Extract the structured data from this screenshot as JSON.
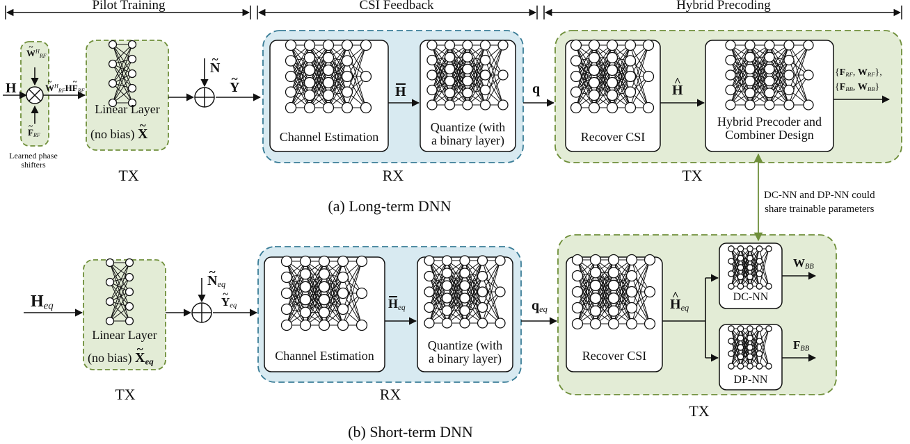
{
  "phases": {
    "pilot": "Pilot Training",
    "csi": "CSI Feedback",
    "hybrid": "Hybrid Precoding"
  },
  "top": {
    "H": "H",
    "W_sym": "W",
    "W_sup": "H",
    "W_sub": "RF",
    "F_sym": "F",
    "F_sub": "RF",
    "mixed_W": "W",
    "mixed_W_sup": "H",
    "mixed_W_sub": "RF",
    "mixed_H": "H",
    "mixed_F": "F",
    "mixed_F_sub": "RF",
    "phase_note_1": "Learned phase",
    "phase_note_2": "shifters",
    "linear_1": "Linear Layer",
    "linear_2": "(no bias)",
    "X": "X",
    "N": "N",
    "Y": "Y",
    "chan_est": "Channel Estimation",
    "Hbar": "H",
    "quant_1": "Quantize (with",
    "quant_2": "a binary layer)",
    "q": "q",
    "recover": "Recover CSI",
    "Hhat": "H",
    "hp_1": "Hybrid Precoder and",
    "hp_2": "Combiner Design",
    "out1_FRF": "F",
    "out1_FRF_sub": "RF",
    "out1_WRF": "W",
    "out1_WRF_sub": "RF",
    "out2_FBB": "F",
    "out2_FBB_sub": "BB",
    "out2_WBB": "W",
    "out2_WBB_sub": "BB",
    "tx_left": "TX",
    "rx": "RX",
    "tx_right": "TX",
    "caption": "(a) Long-term DNN"
  },
  "share_note_1": "DC-NN and DP-NN could",
  "share_note_2": "share trainable parameters",
  "bottom": {
    "H": "H",
    "H_sub": "eq",
    "linear_1": "Linear Layer",
    "linear_2": "(no bias)",
    "X": "X",
    "X_sub": "eq",
    "N": "N",
    "N_sub": "eq",
    "Y": "Y",
    "Y_sub": "eq",
    "chan_est": "Channel Estimation",
    "Hbar": "H",
    "Hbar_sub": "eq",
    "quant_1": "Quantize (with",
    "quant_2": "a binary layer)",
    "q": "q",
    "q_sub": "eq",
    "recover": "Recover CSI",
    "Hhat": "H",
    "Hhat_sub": "eq",
    "dc": "DC-NN",
    "dp": "DP-NN",
    "W": "W",
    "W_sub": "BB",
    "F": "F",
    "F_sub": "BB",
    "tx_left": "TX",
    "rx": "RX",
    "tx_right": "TX",
    "caption": "(b) Short-term DNN"
  },
  "colors": {
    "green_fill": "#e3ecd6",
    "green_border": "#6f8f3a",
    "blue_fill": "#d8eaf1",
    "blue_border": "#3a7d97",
    "share_arrow": "#6f8f3a"
  }
}
